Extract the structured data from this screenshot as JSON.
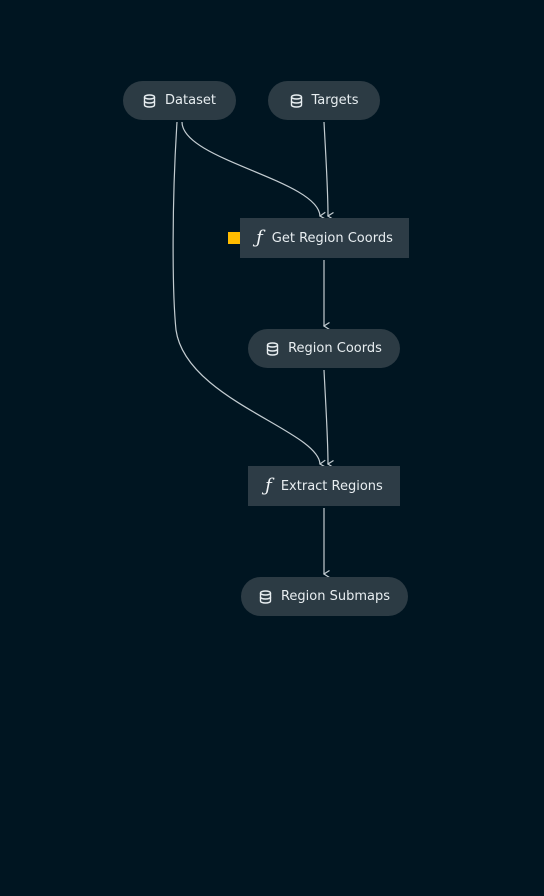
{
  "pipeline": {
    "nodes": [
      {
        "id": "dataset",
        "type": "dataset",
        "label": "Dataset",
        "icon": "database-icon"
      },
      {
        "id": "targets",
        "type": "dataset",
        "label": "Targets",
        "icon": "database-icon"
      },
      {
        "id": "get_region_coords",
        "type": "task",
        "label": "Get Region Coords",
        "icon": "function-icon",
        "glyph": "ƒ",
        "status_color": "#ffbc00"
      },
      {
        "id": "region_coords",
        "type": "dataset",
        "label": "Region Coords",
        "icon": "database-icon"
      },
      {
        "id": "extract_regions",
        "type": "task",
        "label": "Extract Regions",
        "icon": "function-icon",
        "glyph": "ƒ"
      },
      {
        "id": "region_submaps",
        "type": "dataset",
        "label": "Region Submaps",
        "icon": "database-icon"
      }
    ],
    "edges": [
      {
        "from": "dataset",
        "to": "get_region_coords"
      },
      {
        "from": "targets",
        "to": "get_region_coords"
      },
      {
        "from": "get_region_coords",
        "to": "region_coords"
      },
      {
        "from": "dataset",
        "to": "extract_regions"
      },
      {
        "from": "region_coords",
        "to": "extract_regions"
      },
      {
        "from": "extract_regions",
        "to": "region_submaps"
      }
    ]
  },
  "colors": {
    "background": "#001521",
    "node_fill": "#2c3b44",
    "edge": "#c3ccd1",
    "status_marker": "#ffbc00"
  }
}
